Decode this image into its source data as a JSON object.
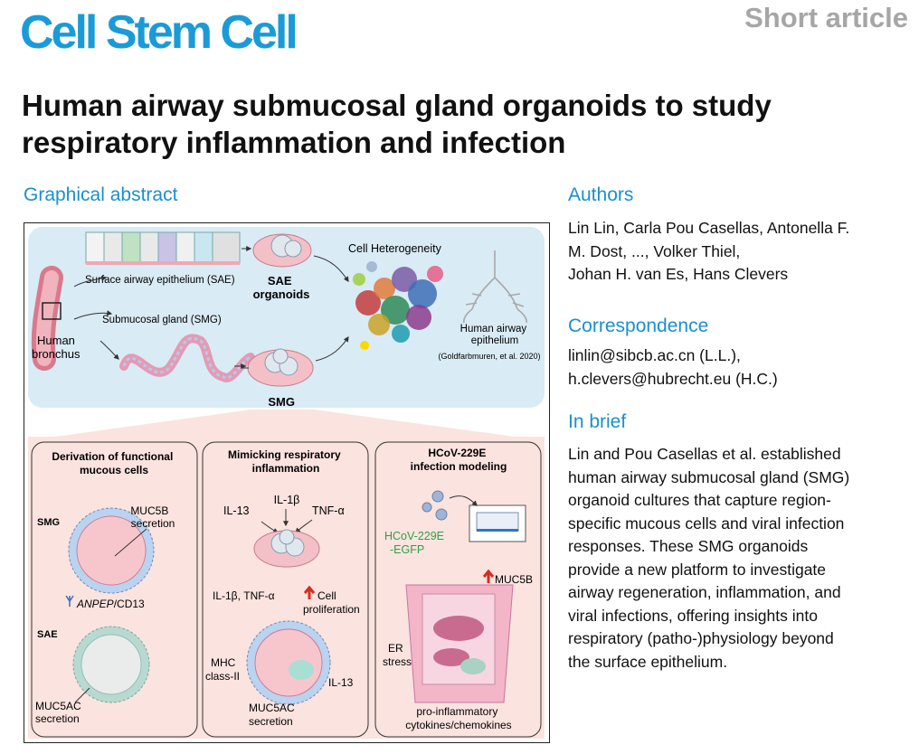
{
  "header": {
    "journal": "Cell Stem Cell",
    "article_type": "Short article"
  },
  "title_lines": [
    "Human airway submucosal gland organoids to study",
    "respiratory inflammation and infection"
  ],
  "graphical_abstract": {
    "heading": "Graphical abstract",
    "top": {
      "human_bronchus": [
        "Human",
        "bronchus"
      ],
      "sae_label": "Surface airway epithelium (SAE)",
      "smg_label": "Submucosal gland (SMG)",
      "sae_organoids": [
        "SAE",
        "organoids"
      ],
      "smg_organoids": [
        "SMG",
        "organoids"
      ],
      "cell_heterogeneity": "Cell Heterogeneity",
      "human_airway_epithelium": [
        "Human airway",
        "epithelium"
      ],
      "citation": "(Goldfarbmuren, et al. 2020)"
    },
    "panel1": {
      "title": [
        "Derivation of functional",
        "mucous cells"
      ],
      "smg": "SMG",
      "muc5b": [
        "MUC5B",
        "secretion"
      ],
      "marker_italic": "ANPEP",
      "marker_rest": "/CD13",
      "sae": "SAE",
      "muc5ac": [
        "MUC5AC",
        "secretion"
      ]
    },
    "panel2": {
      "title": [
        "Mimicking respiratory",
        "inflammation"
      ],
      "il13": "IL-13",
      "il1b": "IL-1β",
      "tnfa": "TNF-α",
      "il1b_tnfa": "IL-1β, TNF-α",
      "cell_prolif": [
        "Cell",
        "proliferation"
      ],
      "mhc": [
        "MHC",
        "class-II"
      ],
      "il13_b": "IL-13",
      "muc5ac": [
        "MUC5AC",
        "secretion"
      ]
    },
    "panel3": {
      "title": [
        "HCoV-229E",
        "infection modeling"
      ],
      "virus": [
        "HCoV-229E",
        "-EGFP"
      ],
      "muc5b": "MUC5B",
      "er": [
        "ER",
        "stress"
      ],
      "cytokines": [
        "pro-inflammatory",
        "cytokines/chemokines"
      ]
    }
  },
  "authors": {
    "heading": "Authors",
    "lines": [
      "Lin Lin, Carla Pou Casellas, Antonella F.",
      "M. Dost, ..., Volker Thiel,",
      "Johan H. van Es, Hans Clevers"
    ]
  },
  "correspondence": {
    "heading": "Correspondence",
    "lines": [
      "linlin@sibcb.ac.cn (L.L.),",
      "h.clevers@hubrecht.eu (H.C.)"
    ]
  },
  "in_brief": {
    "heading": "In brief",
    "lines": [
      "Lin and Pou Casellas et al. established",
      "human airway submucosal gland (SMG)",
      "organoid cultures that capture region-",
      "specific mucous cells and viral infection",
      "responses. These SMG organoids",
      "provide a new platform to investigate",
      "airway regeneration, inflammation, and",
      "viral infections, offering insights into",
      "respiratory (patho-)physiology beyond",
      "the surface epithelium."
    ]
  },
  "colors": {
    "brand": "#1a9bd7",
    "section": "#1a8fd0",
    "top_panel_bg": "#d9ebf5",
    "pink_bg": "#fbe3df",
    "organoid_pink": "#f7c6cd",
    "green_virus": "#2ea043",
    "red_arrow": "#d62d20"
  }
}
